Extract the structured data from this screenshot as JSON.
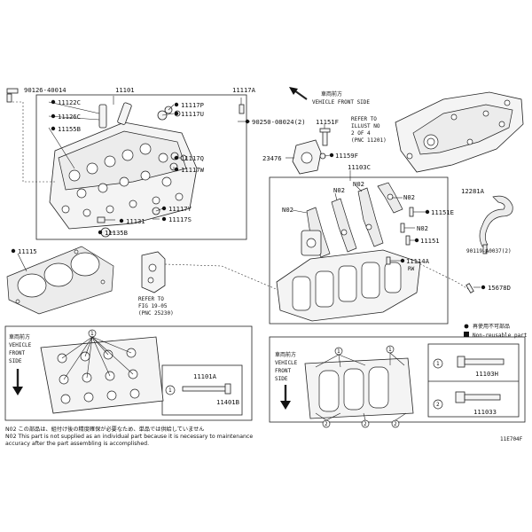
{
  "labels": {
    "p90126": "90126-40014",
    "p11101": "11101",
    "p11117A": "11117A",
    "p11122C": "11122C",
    "p11117P": "11117P",
    "p11126C": "11126C",
    "p11117U": "11117U",
    "p90250": "90250-08024(2)",
    "p11155B": "11155B",
    "p11117Q": "11117Q",
    "p11117W": "11117W",
    "p11117Y": "11117Y",
    "p11131": "11131",
    "p11117S": "11117S",
    "p11135B": "11135B",
    "p11115": "11115",
    "p11151F": "11151F",
    "p23476": "23476",
    "p11159F": "11159F",
    "p11103C": "11103C",
    "n02a": "N02",
    "n02b": "N02",
    "n02c": "N02",
    "n02d": "N02",
    "n02e": "N02",
    "p11151E": "11151E",
    "p11151": "11151",
    "p11114A": "11114A",
    "p15678D": "15678D",
    "p12281A": "12281A",
    "p90119": "90119-A0037(2)",
    "p11101A": "11101A",
    "p11401B": "11401B",
    "p11103H": "11103H",
    "p11103J": "111033",
    "p1": "1",
    "p2": "2",
    "p11101Aidx": "1",
    "p11103Hidx": "1",
    "p11103Jidx": "2",
    "small_rw": "RW"
  },
  "refs": {
    "front_top_jp": "車両前方",
    "front_top_en": "VEHICLE FRONT SIDE",
    "refer_top_1": "REFER TO",
    "refer_top_2": "ILLUST NO",
    "refer_top_3": "2 OF 4",
    "refer_top_4": "(PNC 11201)",
    "refer_fig_1": "REFER TO",
    "refer_fig_2": "FIG 19-05",
    "refer_fig_3": "(PNC 25230)"
  },
  "legend": {
    "nonreuse_jp": "再使用不可部品",
    "nonreuse_en": "Non-reusable part"
  },
  "insets": {
    "left_jp": "車両前方",
    "left_en_1": "VEHICLE",
    "left_en_2": "FRONT",
    "left_en_3": "SIDE",
    "right_jp": "車両前方",
    "right_en_1": "VEHICLE",
    "right_en_2": "FRONT",
    "right_en_3": "SIDE"
  },
  "notes": {
    "jp": "N02  この部品は、組付け後の精度確保が必要なため、単品では供給していません",
    "en1": "N02  This part is not supplied as an individual part because it is necessary to maintenance",
    "en2": "       accuracy after the part assembling is accomplished."
  },
  "figure_code": "11E704F"
}
